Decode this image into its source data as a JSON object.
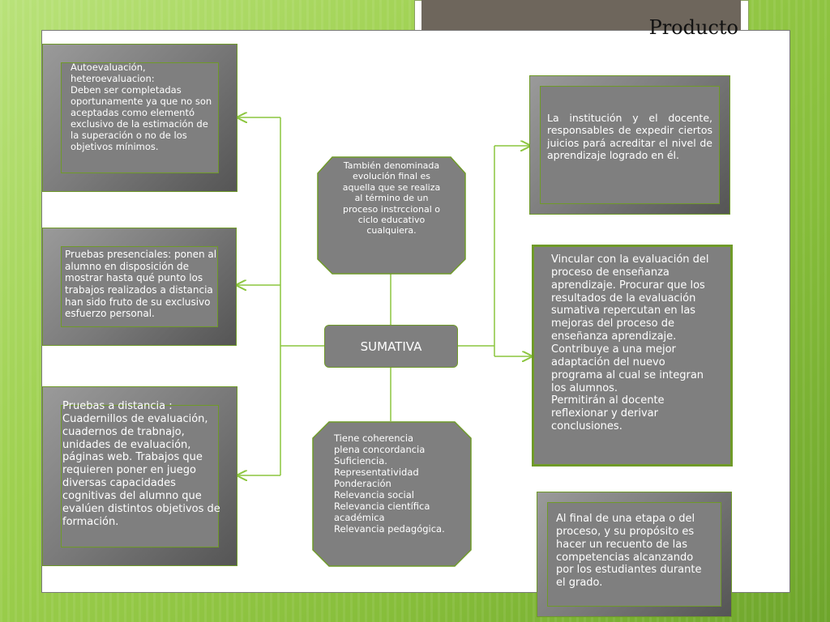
{
  "title": "Producto",
  "center": {
    "label": "SUMATIVA"
  },
  "boxes": {
    "left1": "Autoevaluación,\nheteroevaluacion:\nDeben ser completadas oportunamente ya que no son aceptadas como elementó exclusivo de la estimación de la superación o no de los objetivos mínimos.",
    "left2": "Pruebas presenciales: ponen al alumno en disposición de mostrar hasta qué punto los trabajos realizados a distancia han sido fruto de su exclusivo esfuerzo personal.",
    "left3": "Pruebas a distancia : Cuadernillos de evaluación, cuadernos de trabnajo, unidades de evaluación, páginas web. Trabajos que requieren poner en juego diversas capacidades cognitivas del alumno que evalúen distintos objetivos de formación.",
    "top_center": "También denominada evolución final es aquella que se realiza al término de un proceso instrccional o ciclo educativo cualquiera.",
    "bottom_center": "Tiene  coherencia\nplena concordancia\nSuficiencia.\nRepresentatividad\nPonderación\nRelevancia social\nRelevancia científica académica\nRelevancia pedagógica.",
    "right1": "La institución y el docente, responsables de expedir ciertos juicios pará acreditar el nivel de aprendizaje logrado en él.",
    "right2": "Vincular con la evaluación del proceso de enseñanza aprendizaje. Procurar que los resultados de la evaluación sumativa repercutan en las mejoras del proceso de enseñanza aprendizaje.\nContribuye a una mejor adaptación del nuevo programa al cual se integran los alumnos.\nPermitirán al docente reflexionar y derivar conclusiones.",
    "right3": "Al final de una etapa o del proceso, y su propósito es hacer un recuento de las competencias alcanzando por los estudiantes durante el grado."
  }
}
